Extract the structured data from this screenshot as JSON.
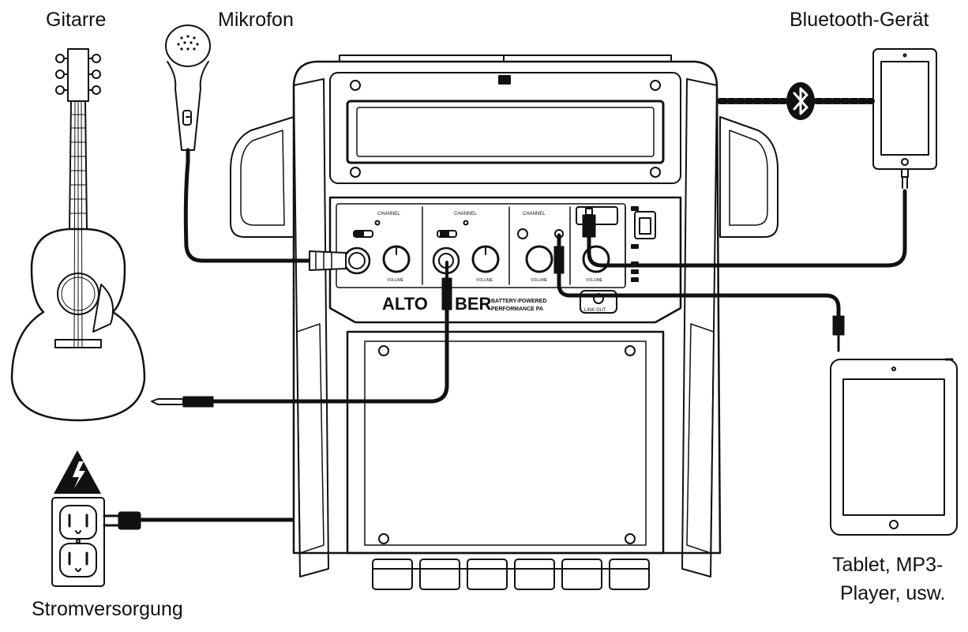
{
  "labels": {
    "guitar": "Gitarre",
    "microphone": "Mikrofon",
    "bluetooth_device": "Bluetooth-Gerät",
    "tablet_line1": "Tablet, MP3-",
    "tablet_line2": "Player, usw.",
    "power": "Stromversorgung"
  },
  "speaker": {
    "brand": "ALTO",
    "model_suffix": "BER",
    "tagline_1": "BATTERY-POWERED",
    "tagline_2": "PERFORMANCE PA",
    "channel_label": "CHANNEL",
    "volume_label": "VOLUME",
    "link_out": "LINK OUT"
  },
  "icons": {
    "bluetooth": "bluetooth-icon",
    "warning": "high-voltage-warning-icon"
  },
  "colors": {
    "stroke": "#111111",
    "background": "#ffffff"
  }
}
